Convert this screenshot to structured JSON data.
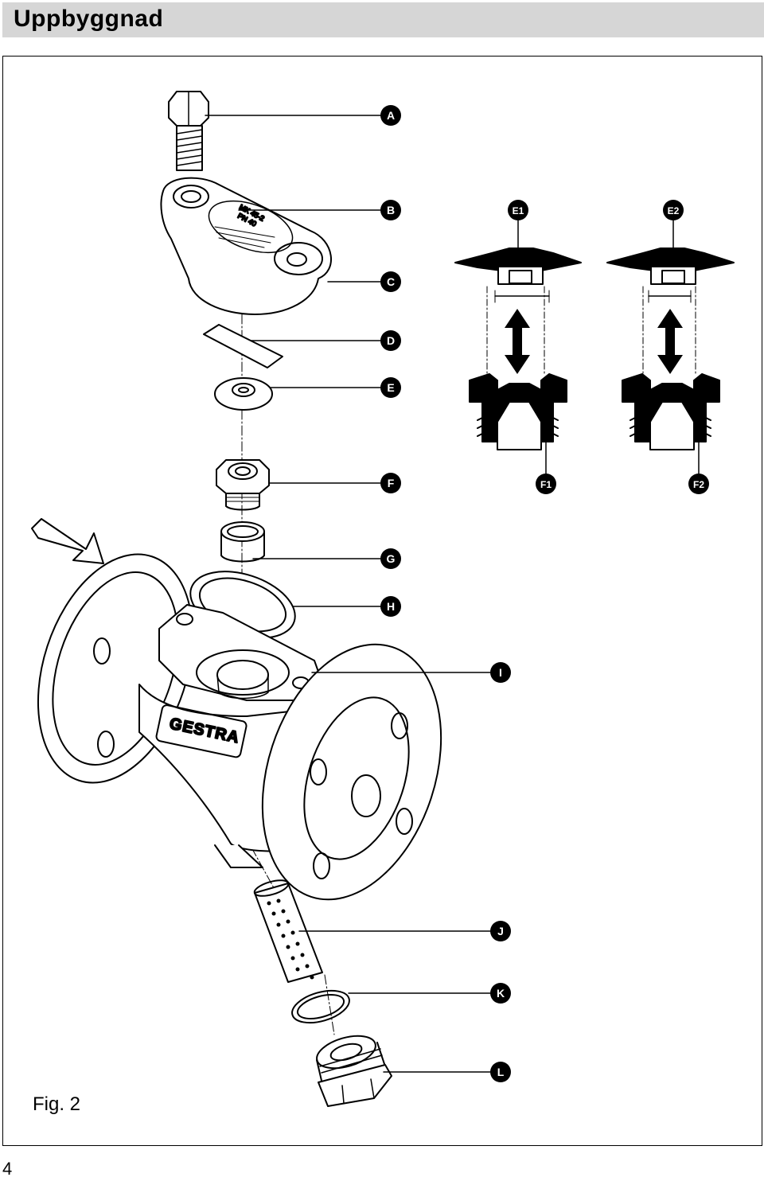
{
  "header": {
    "title": "Uppbyggnad"
  },
  "figure": {
    "caption": "Fig. 2",
    "callouts": [
      {
        "id": "A",
        "label": "A"
      },
      {
        "id": "B",
        "label": "B"
      },
      {
        "id": "C",
        "label": "C"
      },
      {
        "id": "D",
        "label": "D"
      },
      {
        "id": "E",
        "label": "E"
      },
      {
        "id": "F",
        "label": "F"
      },
      {
        "id": "G",
        "label": "G"
      },
      {
        "id": "H",
        "label": "H"
      },
      {
        "id": "I",
        "label": "I"
      },
      {
        "id": "J",
        "label": "J"
      },
      {
        "id": "K",
        "label": "K"
      },
      {
        "id": "L",
        "label": "L"
      },
      {
        "id": "E1",
        "label": "E1"
      },
      {
        "id": "E2",
        "label": "E2"
      },
      {
        "id": "F1",
        "label": "F1"
      },
      {
        "id": "F2",
        "label": "F2"
      }
    ],
    "cover_marking_line1": "MK 45-2",
    "cover_marking_line2": "PN 40",
    "body_brand": "GESTRA"
  },
  "footer": {
    "page_number": "4"
  }
}
